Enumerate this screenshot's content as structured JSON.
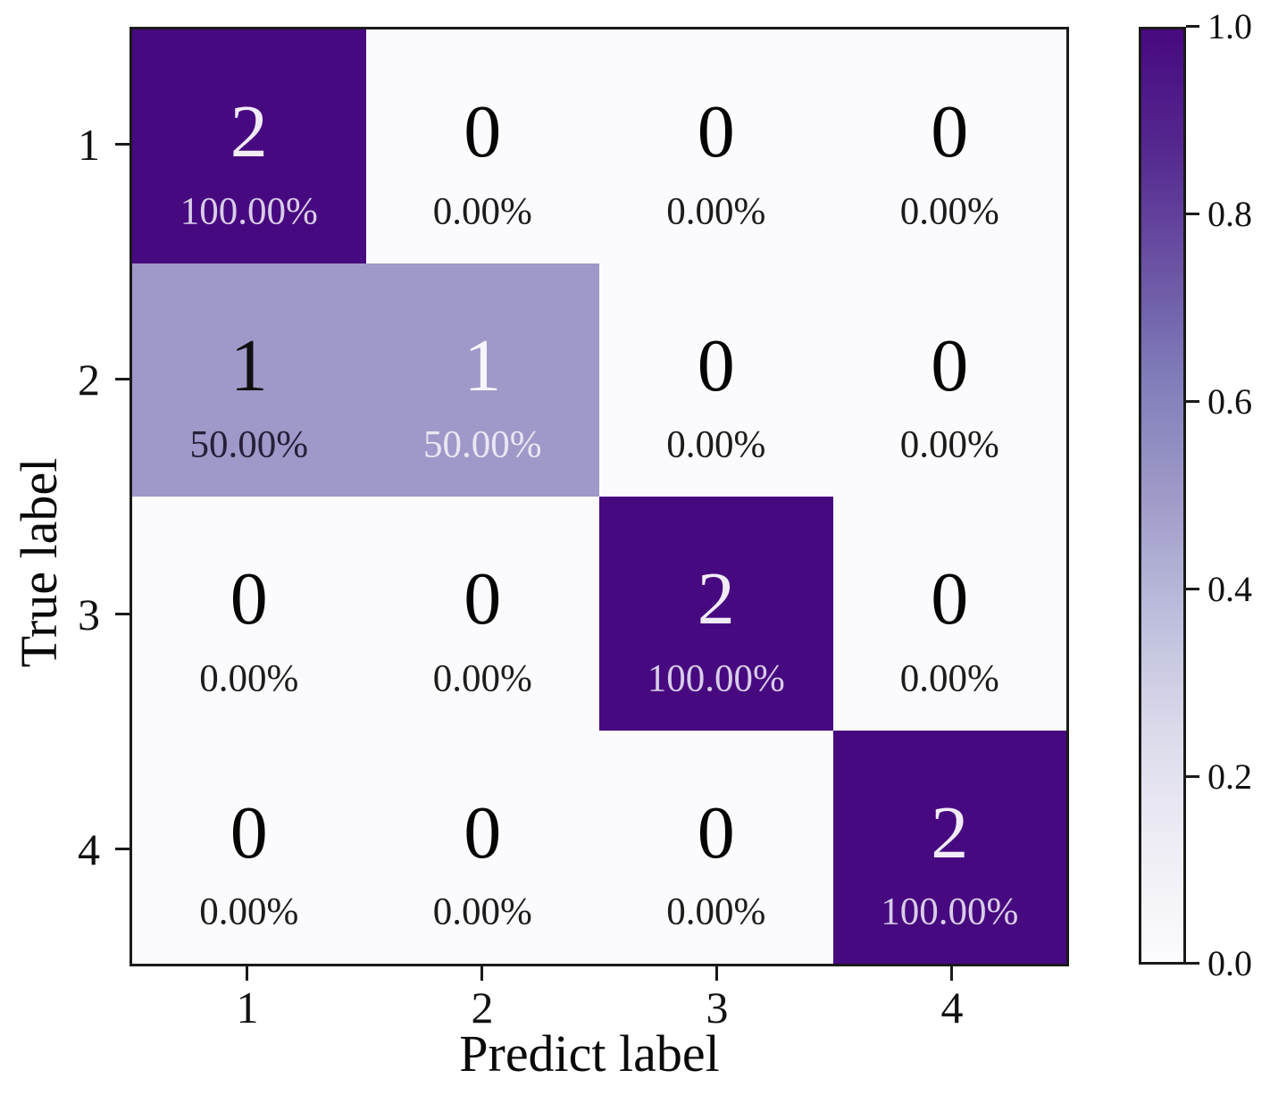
{
  "figure": {
    "kind": "confusion-matrix-heatmap",
    "background": "#ffffff",
    "spine_color": "#1a1a1a"
  },
  "chart_data": {
    "type": "heatmap",
    "title": "",
    "xlabel": "Predict label",
    "ylabel": "True label",
    "x_ticks": [
      "1",
      "2",
      "3",
      "4"
    ],
    "y_ticks": [
      "1",
      "2",
      "3",
      "4"
    ],
    "matrix_counts": [
      [
        2,
        0,
        0,
        0
      ],
      [
        1,
        1,
        0,
        0
      ],
      [
        0,
        0,
        2,
        0
      ],
      [
        0,
        0,
        0,
        2
      ]
    ],
    "matrix_percents": [
      [
        "100.00%",
        "0.00%",
        "0.00%",
        "0.00%"
      ],
      [
        "50.00%",
        "50.00%",
        "0.00%",
        "0.00%"
      ],
      [
        "0.00%",
        "0.00%",
        "100.00%",
        "0.00%"
      ],
      [
        "0.00%",
        "0.00%",
        "0.00%",
        "100.00%"
      ]
    ],
    "values_normalized": [
      [
        1.0,
        0.0,
        0.0,
        0.0
      ],
      [
        0.5,
        0.5,
        0.0,
        0.0
      ],
      [
        0.0,
        0.0,
        1.0,
        0.0
      ],
      [
        0.0,
        0.0,
        0.0,
        1.0
      ]
    ],
    "colormap": "Purples",
    "grid": "off",
    "legend": "none",
    "colorbar": {
      "position": "right",
      "min": "0.0",
      "max": "1.0",
      "ticks": [
        "1.0",
        "0.8",
        "0.6",
        "0.4",
        "0.2",
        "0.0"
      ]
    }
  },
  "styles": {
    "color_high": "#470980",
    "color_mid": "#9e99c8",
    "color_low": "#fbfafd",
    "cell_bg": [
      [
        "#470980",
        "#fbfafd",
        "#fbfafd",
        "#fbfafd"
      ],
      [
        "#9e99c8",
        "#9e99c8",
        "#fbfafd",
        "#fbfafd"
      ],
      [
        "#fbfafd",
        "#fbfafd",
        "#470980",
        "#fbfafd"
      ],
      [
        "#fbfafd",
        "#fbfafd",
        "#fbfafd",
        "#470980"
      ]
    ],
    "count_fg": [
      [
        "#f1ecf7",
        "#050505",
        "#050505",
        "#050505"
      ],
      [
        "#101010",
        "#f7f5fb",
        "#050505",
        "#050505"
      ],
      [
        "#050505",
        "#050505",
        "#f1ecf7",
        "#050505"
      ],
      [
        "#050505",
        "#050505",
        "#050505",
        "#f1ecf7"
      ]
    ],
    "pct_fg": [
      [
        "#d8cde7",
        "#1c1c1c",
        "#1c1c1c",
        "#1c1c1c"
      ],
      [
        "#26203a",
        "#eae6f3",
        "#1c1c1c",
        "#1c1c1c"
      ],
      [
        "#1c1c1c",
        "#1c1c1c",
        "#d8cde7",
        "#1c1c1c"
      ],
      [
        "#1c1c1c",
        "#1c1c1c",
        "#1c1c1c",
        "#d8cde7"
      ]
    ],
    "colorbar_gradient": [
      "#470980 0%",
      "#54278f 12.5%",
      "#6a51a3 25%",
      "#807dba 37.5%",
      "#9e9ac8 50%",
      "#bcbddc 62.5%",
      "#dadaeb 75%",
      "#efedf5 87.5%",
      "#fcfbfd 100%"
    ]
  }
}
